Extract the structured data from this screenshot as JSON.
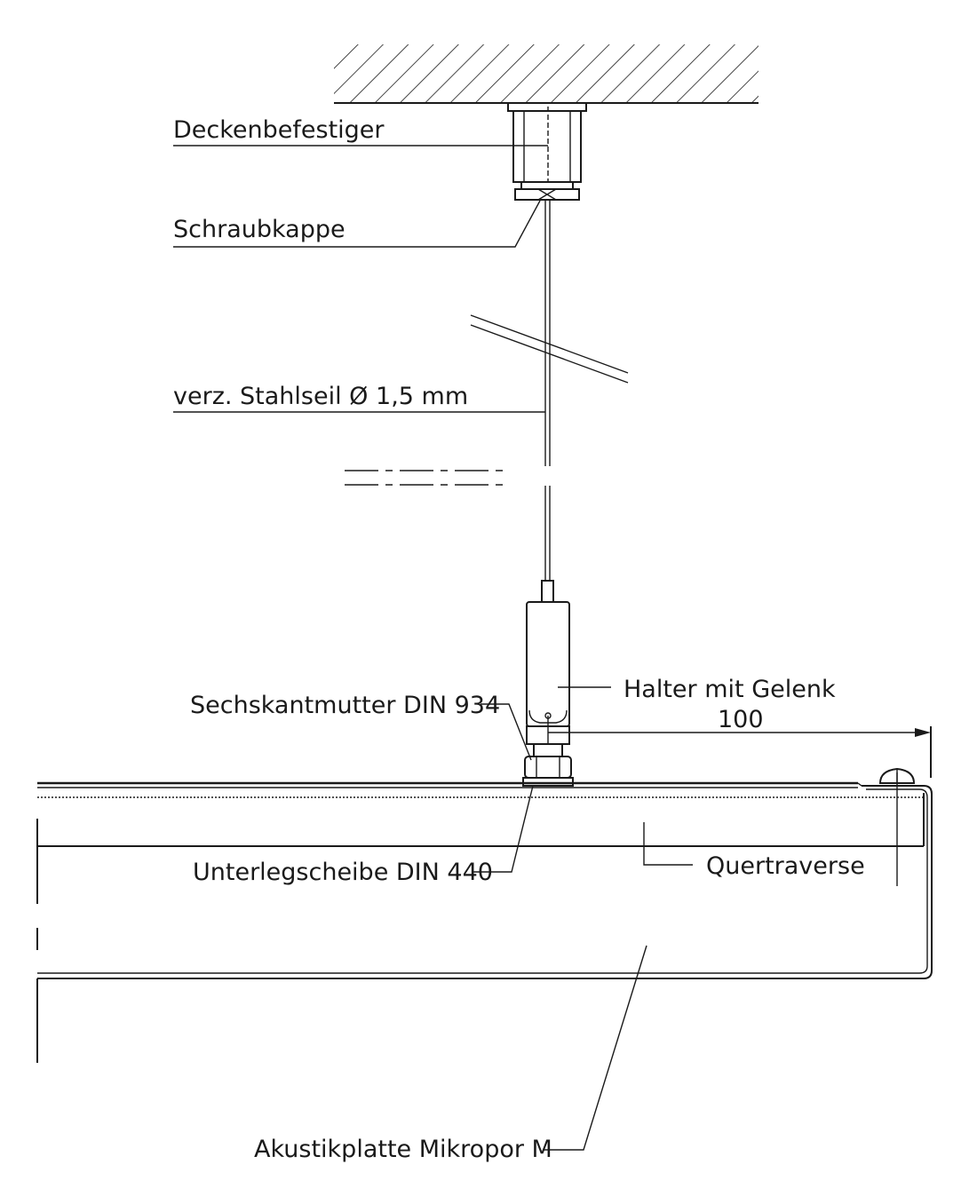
{
  "labels": {
    "ceiling_fastener": "Deckenbefestiger",
    "screw_cap": "Schraubkappe",
    "steel_cable": "verz. Stahlseil Ø 1,5 mm",
    "holder": "Halter mit Gelenk",
    "dimension": "100",
    "hex_nut": "Sechskantmutter DIN 934",
    "washer": "Unterlegscheibe DIN 440",
    "cross_beam": "Quertraverse",
    "acoustic_panel": "Akustikplatte Mikropor M"
  },
  "colors": {
    "line": "#1a1a1a",
    "background": "#ffffff"
  }
}
